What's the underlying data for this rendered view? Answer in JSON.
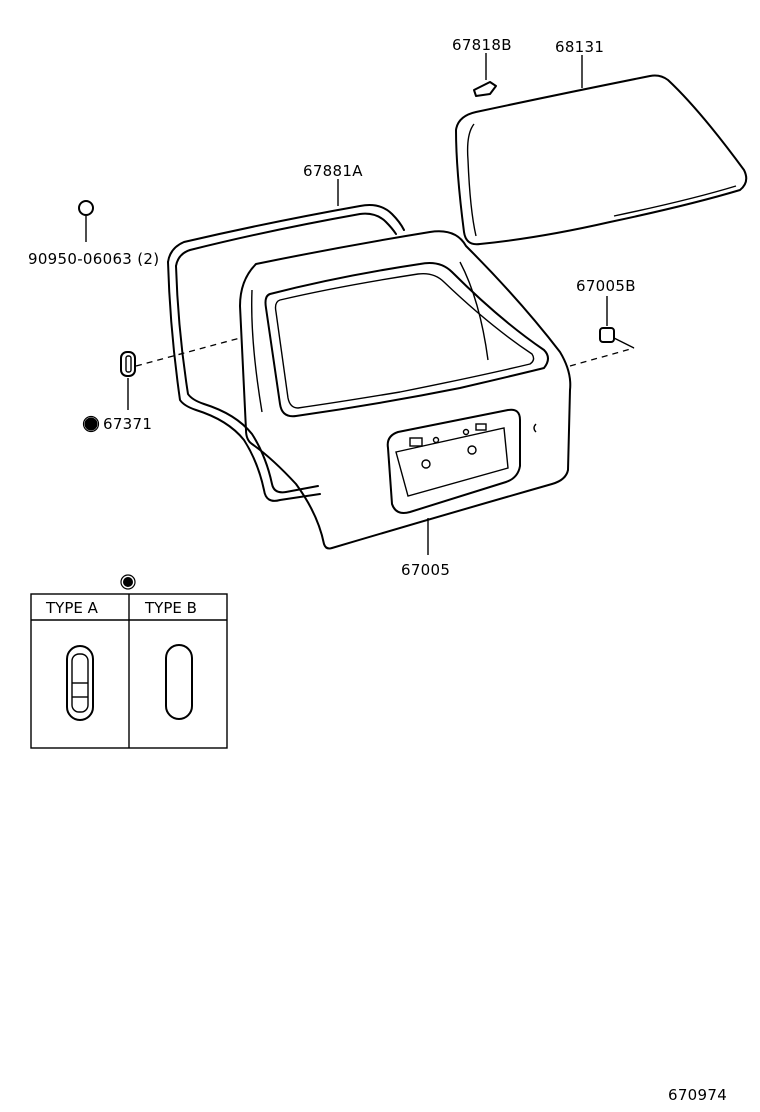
{
  "labels": {
    "seal_clip": "67818B",
    "back_glass": "68131",
    "weatherstrip": "67881A",
    "plug": "90950-06063 (2)",
    "stopper": "67005B",
    "grommet": "67371",
    "back_door_panel": "67005",
    "diagram_id": "670974"
  },
  "detail_table": {
    "col_a": "TYPE A",
    "col_b": "TYPE B"
  }
}
